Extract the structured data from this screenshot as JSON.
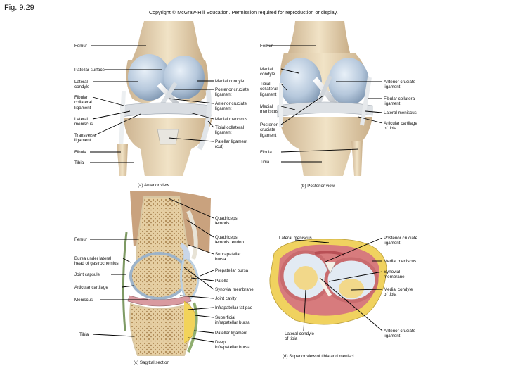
{
  "figure_number": "Fig. 9.29",
  "copyright": "Copyright © McGraw-Hill Education. Permission required for reproduction or display.",
  "panel_a": {
    "caption": "(a) Anterior view",
    "labels": {
      "femur": "Femur",
      "patellar_surface": "Patellar surface",
      "lateral_condyle": "Lateral\ncondyle",
      "fibular_collateral": "Fibular\ncollateral\nligament",
      "lateral_meniscus": "Lateral\nmeniscus",
      "transverse_ligament": "Transverse\nligament",
      "fibula": "Fibula",
      "tibia": "Tibia",
      "medial_condyle": "Medial condyle",
      "posterior_cruciate": "Posterior cruciate\nligament",
      "anterior_cruciate": "Anterior cruciate\nligament",
      "medial_meniscus": "Medial meniscus",
      "tibial_collateral": "Tibial collateral\nligament",
      "patellar_ligament_cut": "Patellar ligament\n(cut)"
    }
  },
  "panel_b": {
    "caption": "(b) Posterior view",
    "labels": {
      "femur": "Femur",
      "medial_condyle": "Medial\ncondyle",
      "tibial_collateral": "Tibial\ncollateral\nligament",
      "medial_meniscus": "Medial\nmeniscus",
      "posterior_cruciate": "Posterior\ncruciate\nligament",
      "fibula": "Fibula",
      "tibia": "Tibia",
      "anterior_cruciate": "Anterior cruciate\nligament",
      "fibular_collateral": "Fibular collateral\nligament",
      "lateral_meniscus": "Lateral meniscus",
      "articular_cartilage": "Articular cartilage\nof tibia"
    }
  },
  "panel_c": {
    "caption": "(c) Sagittal section",
    "labels": {
      "femur": "Femur",
      "bursa_gastrocnemius": "Bursa under lateral\nhead of gastrocnemius",
      "joint_capsule": "Joint capsule",
      "articular_cartilage": "Articular cartilage",
      "meniscus": "Meniscus",
      "tibia": "Tibia",
      "quadriceps_femoris": "Quadriceps\nfemoris",
      "quadriceps_tendon": "Quadriceps\nfemoris tendon",
      "suprapatellar_bursa": "Suprapatellar\nbursa",
      "prepatellar_bursa": "Prepatellar bursa",
      "patella": "Patella",
      "synovial_membrane": "Synovial membrane",
      "joint_cavity": "Joint cavity",
      "infrapatellar_fat_pad": "Infrapatellar fat pad",
      "superficial_bursa": "Superficial\ninfrapatellar bursa",
      "patellar_ligament": "Patellar ligament",
      "deep_bursa": "Deep\ninfrapatellar bursa"
    }
  },
  "panel_d": {
    "caption": "(d) Superior view of tibia and menisci",
    "labels": {
      "lateral_meniscus": "Lateral meniscus",
      "lateral_condyle": "Lateral condyle\nof tibia",
      "posterior_cruciate": "Posterior cruciate\nligament",
      "medial_meniscus": "Medial meniscus",
      "synovial_membrane": "Synovial\nmembrane",
      "medial_condyle": "Medial condyle\nof tibia",
      "anterior_cruciate": "Anterior cruciate\nligament"
    }
  }
}
